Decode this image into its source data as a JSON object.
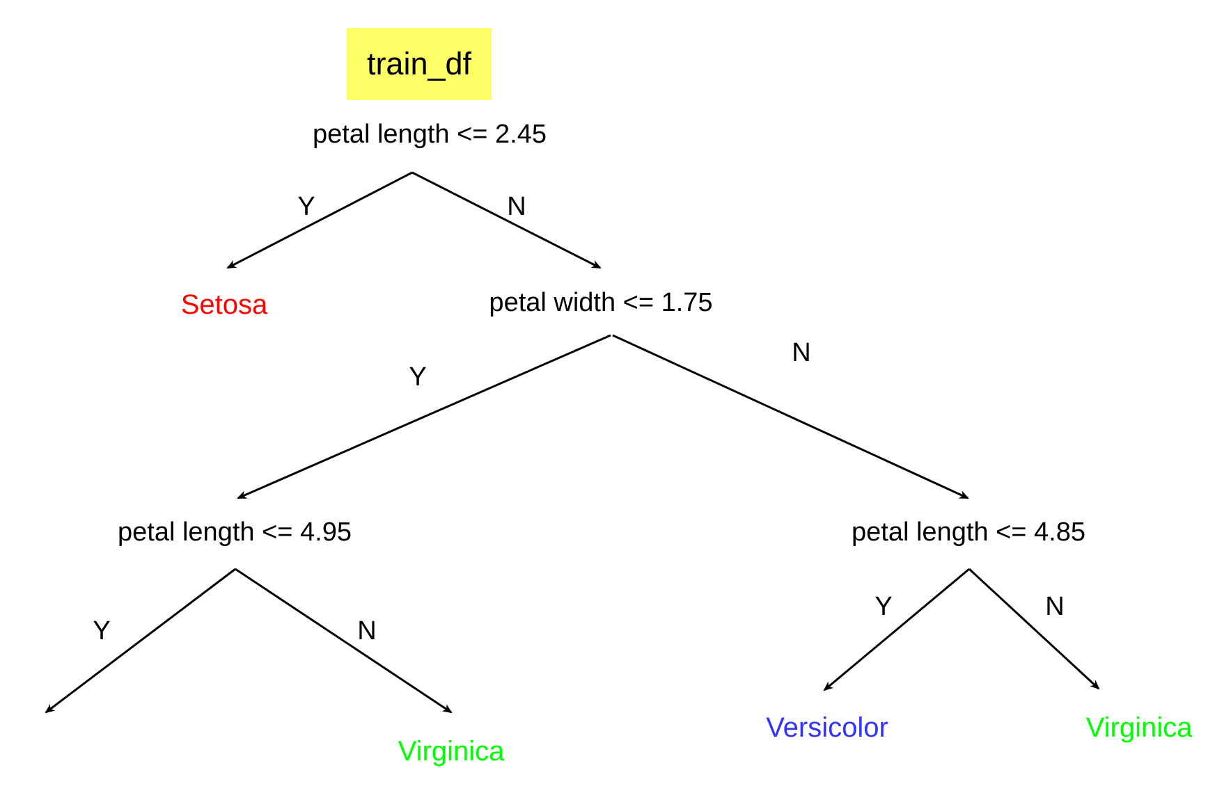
{
  "title": "train_df",
  "colors": {
    "title_bg": "#ffff66",
    "line": "#000000",
    "setosa": "#ff0000",
    "versicolor": "#3333ff",
    "virginica": "#00ff00"
  },
  "nodes": {
    "root": "petal length <= 2.45",
    "n2": "petal width <= 1.75",
    "n3": "petal length <= 4.95",
    "n4": "petal length <= 4.85"
  },
  "edges": {
    "root_y": "Y",
    "root_n": "N",
    "n2_y": "Y",
    "n2_n": "N",
    "n3_y": "Y",
    "n3_n": "N",
    "n4_y": "Y",
    "n4_n": "N"
  },
  "leaves": {
    "setosa": "Setosa",
    "virginica_1": "Virginica",
    "versicolor": "Versicolor",
    "virginica_2": "Virginica"
  }
}
